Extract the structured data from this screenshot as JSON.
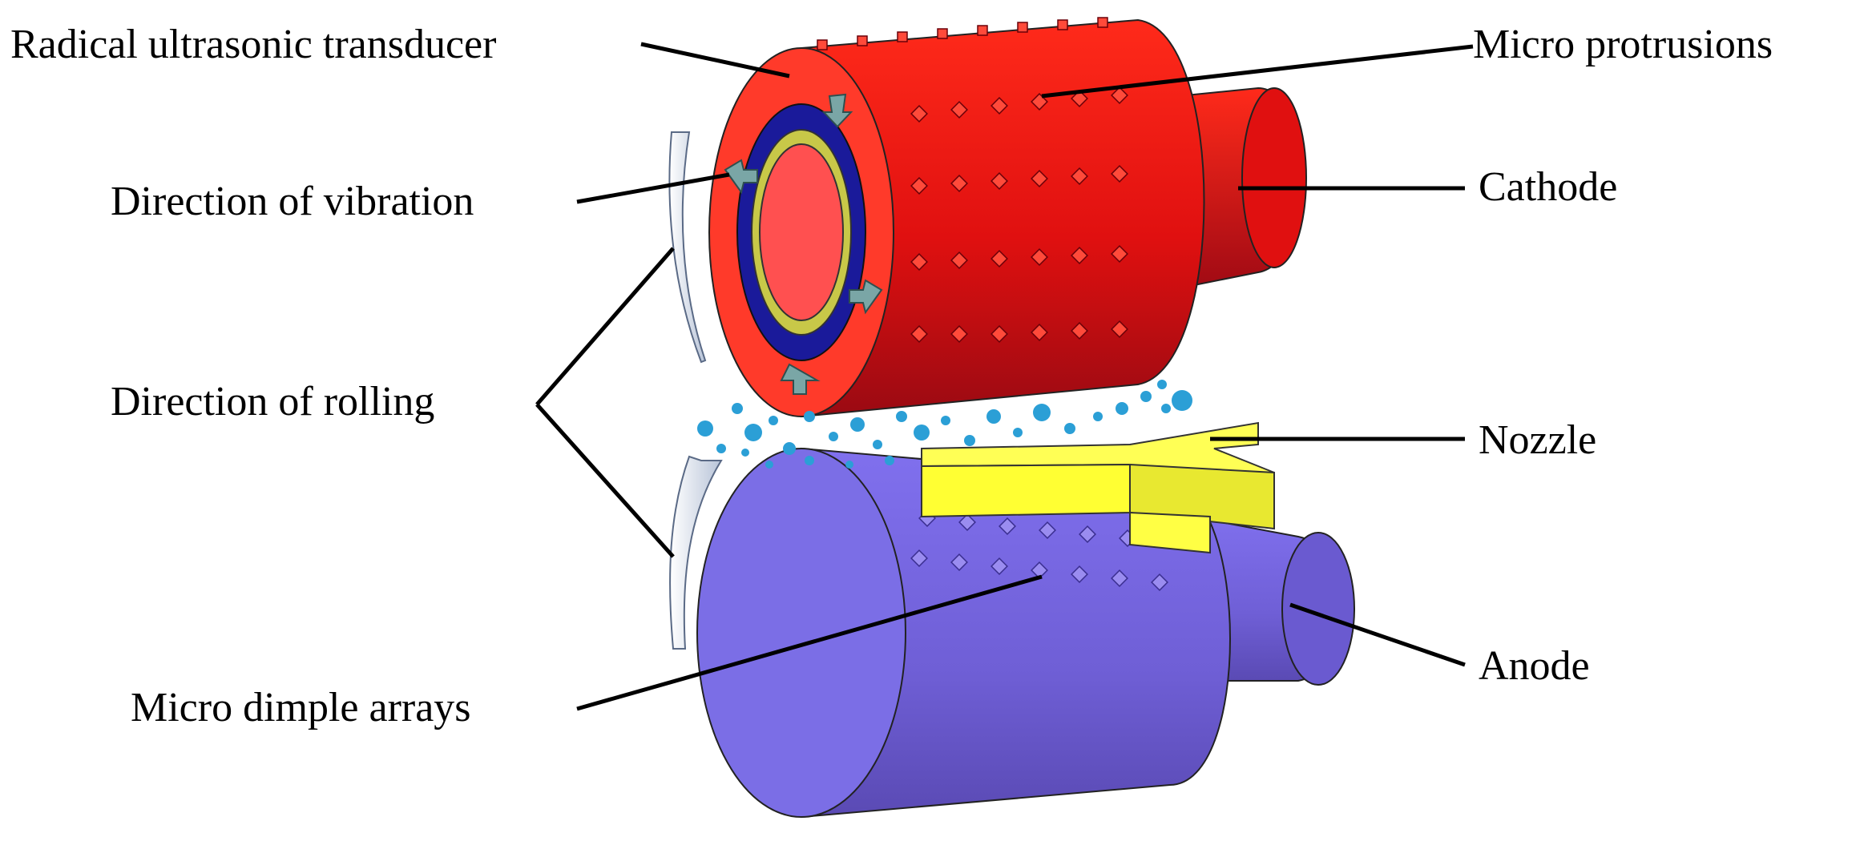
{
  "labels": {
    "radical_transducer": "Radical ultrasonic transducer",
    "micro_protrusions": "Micro protrusions",
    "direction_vibration": "Direction of vibration",
    "cathode": "Cathode",
    "direction_rolling": "Direction of rolling",
    "nozzle": "Nozzle",
    "micro_dimple_arrays": "Micro dimple arrays",
    "anode": "Anode"
  },
  "colors": {
    "cathode": "#e01010",
    "cathode_face": "#ff5050",
    "transducer_ring": "#1a1a9a",
    "piezo_ring": "#c8c848",
    "anode": "#7b6ee6",
    "nozzle": "#ffff33",
    "electrolyte": "#2b9fd6",
    "leader_line": "#000000"
  }
}
